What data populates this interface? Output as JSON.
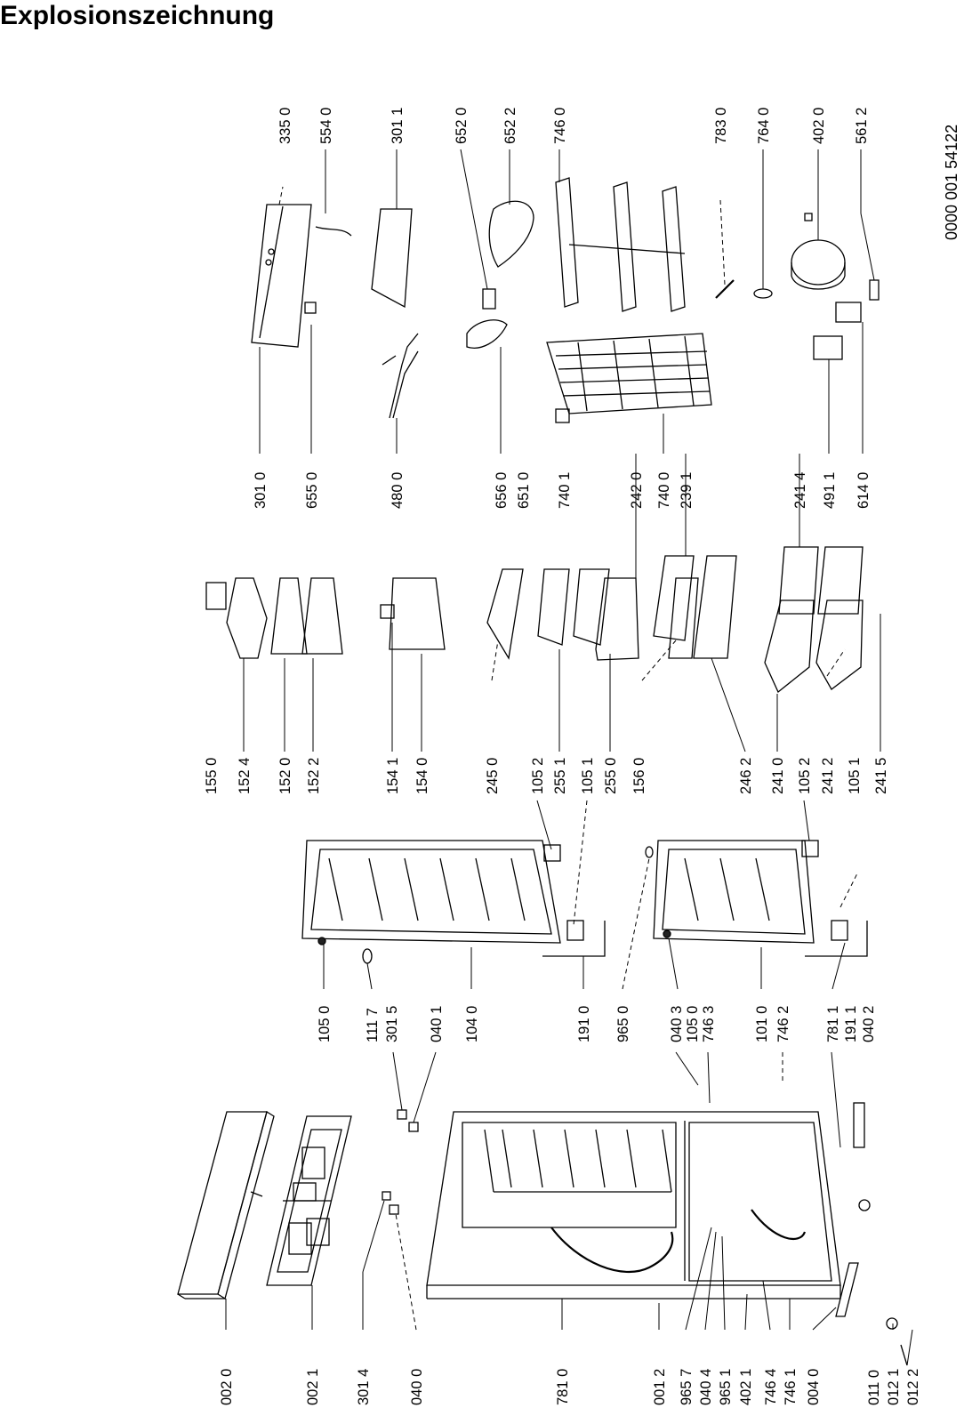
{
  "title": "Explosionszeichnung",
  "drawing_number": "0000 001 54122",
  "part_numbers": {
    "col1": [
      "002 0",
      "002 1",
      "301 4",
      "040 0",
      "781 0",
      "001 2",
      "965 7",
      "040 4",
      "965 1",
      "402 1",
      "746 4",
      "746 1",
      "004 0",
      "011 0",
      "012 1",
      "012 2"
    ],
    "col2": [
      "105 0",
      "111 7",
      "301 5",
      "040 1",
      "104 0",
      "191 0",
      "965 0",
      "040 3",
      "105 0",
      "746 3",
      "101 0",
      "746 2",
      "781 1",
      "191 1",
      "040 2"
    ],
    "col3": [
      "155 0",
      "152 4",
      "152 0",
      "152 2",
      "154 1",
      "154 0",
      "245 0",
      "105 2",
      "255 1",
      "105 1",
      "255 0",
      "156 0",
      "246 2",
      "241 0",
      "105 2",
      "241 2",
      "105 1",
      "241 5"
    ],
    "col4": [
      "301 0",
      "655 0",
      "480 0",
      "656 0",
      "651 0",
      "740 1",
      "242 0",
      "740 0",
      "239 1",
      "241 4",
      "491 1",
      "614 0"
    ],
    "col5": [
      "335 0",
      "554 0",
      "301 1",
      "652 0",
      "652 2",
      "746 0",
      "783 0",
      "764 0",
      "402 0",
      "561 2"
    ]
  },
  "part_names": {
    "p002_0": "002 0",
    "p002_1": "002 1",
    "p301_4": "301 4",
    "p040_0": "040 0",
    "p781_0": "781 0",
    "p001_2": "001 2",
    "p965_7": "965 7",
    "p040_4": "040 4",
    "p965_1": "965 1",
    "p402_1": "402 1",
    "p746_4": "746 4",
    "p746_1": "746 1",
    "p004_0": "004 0",
    "p011_0": "011 0",
    "p012_1": "012 1",
    "p012_2": "012 2",
    "p105_0a": "105 0",
    "p111_7": "111 7",
    "p301_5": "301 5",
    "p040_1": "040 1",
    "p104_0": "104 0",
    "p191_0": "191 0",
    "p965_0": "965 0",
    "p040_3": "040 3",
    "p105_0b": "105 0",
    "p746_3": "746 3",
    "p101_0": "101 0",
    "p746_2": "746 2",
    "p781_1": "781 1",
    "p191_1": "191 1",
    "p040_2": "040 2",
    "p155_0": "155 0",
    "p152_4": "152 4",
    "p152_0": "152 0",
    "p152_2": "152 2",
    "p154_1": "154 1",
    "p154_0": "154 0",
    "p245_0": "245 0",
    "p105_2a": "105 2",
    "p255_1": "255 1",
    "p105_1a": "105 1",
    "p255_0": "255 0",
    "p156_0": "156 0",
    "p246_2": "246 2",
    "p241_0": "241 0",
    "p105_2b": "105 2",
    "p241_2": "241 2",
    "p105_1b": "105 1",
    "p241_5": "241 5",
    "p301_0": "301 0",
    "p655_0": "655 0",
    "p480_0": "480 0",
    "p656_0": "656 0",
    "p651_0": "651 0",
    "p740_1": "740 1",
    "p242_0": "242 0",
    "p740_0": "740 0",
    "p239_1": "239 1",
    "p241_4": "241 4",
    "p491_1": "491 1",
    "p614_0": "614 0",
    "p335_0": "335 0",
    "p554_0": "554 0",
    "p301_1": "301 1",
    "p652_0": "652 0",
    "p652_2": "652 2",
    "p746_0": "746 0",
    "p783_0": "783 0",
    "p764_0": "764 0",
    "p402_0": "402 0",
    "p561_2": "561 2"
  }
}
